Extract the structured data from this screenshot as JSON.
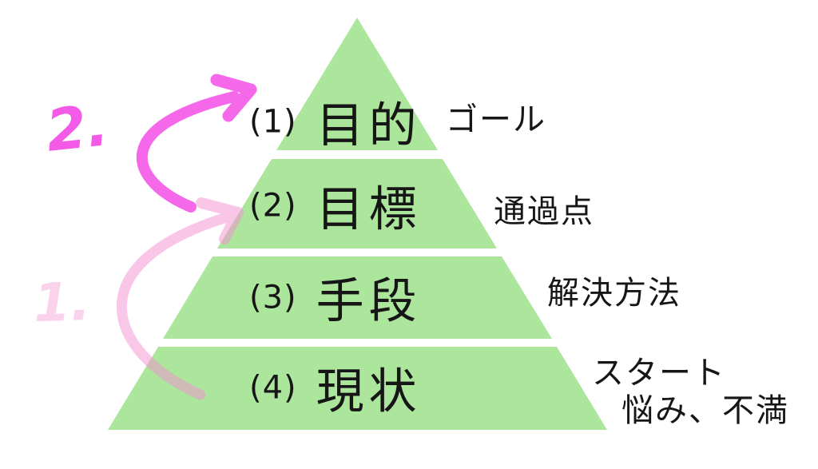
{
  "pyramid": {
    "levels": [
      {
        "num": "(1)",
        "label": "目的",
        "note": "ゴール"
      },
      {
        "num": "(2)",
        "label": "目標",
        "note": "通過点"
      },
      {
        "num": "(3)",
        "label": "手段",
        "note": "解決方法"
      },
      {
        "num": "(4)",
        "label": "現状",
        "note": "スタート",
        "note2": "悩み、不満"
      }
    ]
  },
  "annotations": {
    "step1": "1.",
    "step2": "2."
  },
  "colors": {
    "pyramid_green": "#ace59c",
    "arrow_bright_pink": "#f236e3",
    "arrow_light_pink": "#f48fd2",
    "text_black": "#161616"
  }
}
